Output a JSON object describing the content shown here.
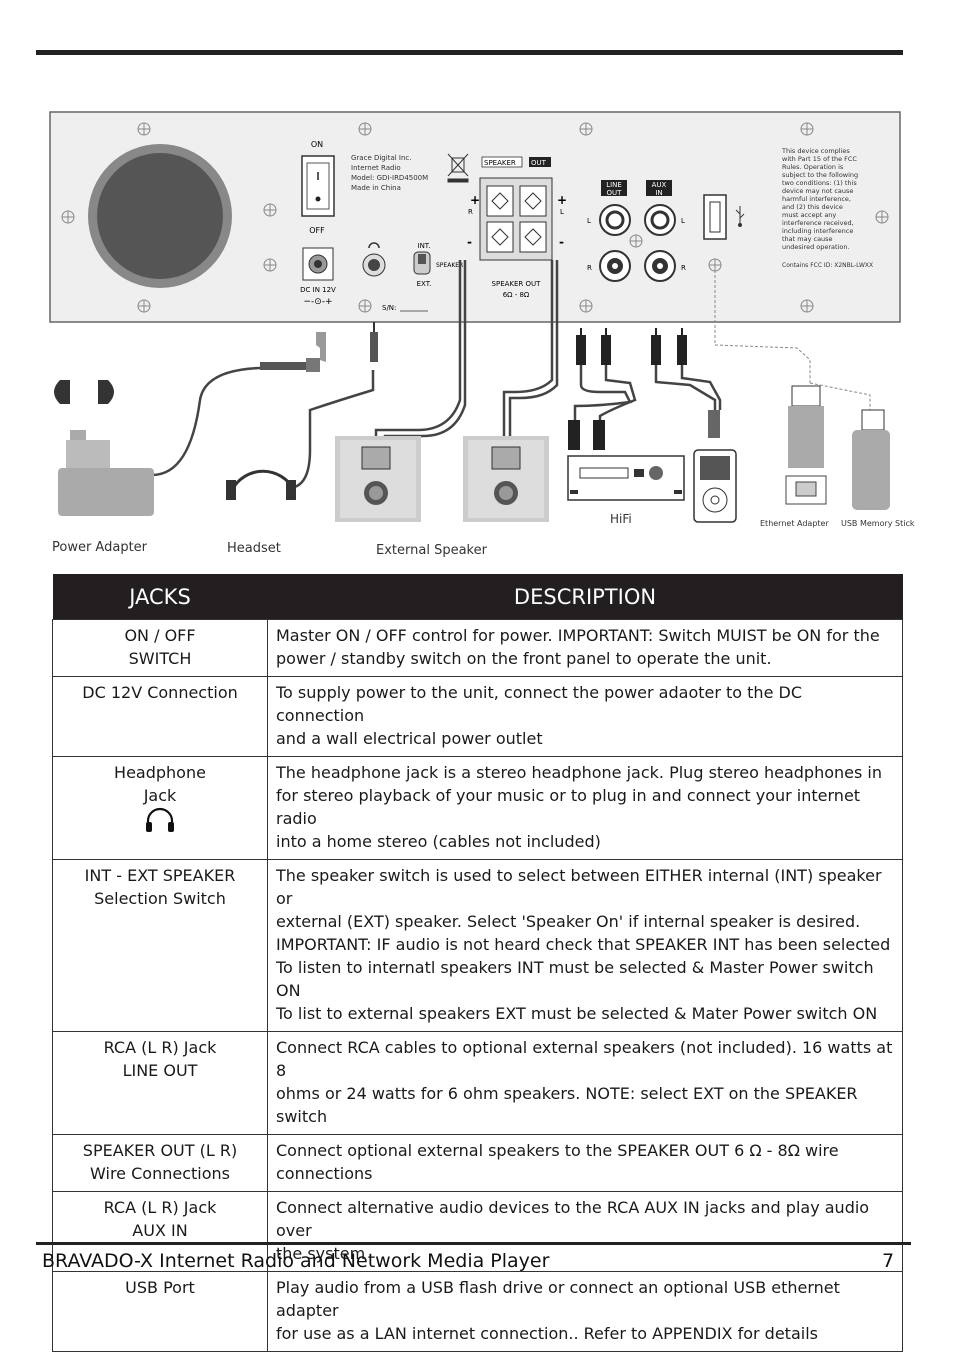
{
  "diagram": {
    "panel": {
      "switch_on": "ON",
      "switch_off": "OFF",
      "dc_label": "DC IN 12V",
      "maker_lines": [
        "Grace Digital Inc.",
        "Internet Radio",
        "Model: GDI-IRD4500M",
        "Made in China"
      ],
      "int_label": "INT.",
      "ext_label": "EXT.",
      "speaker_label": "SPEAKER",
      "sn_label": "S/N:",
      "speaker_out_prefix": "SPEAKER",
      "speaker_out_suffix": "OUT",
      "speaker_out_caption": "SPEAKER OUT",
      "speaker_ohm": "6Ω - 8Ω",
      "line_out": [
        "LINE",
        "OUT"
      ],
      "aux_in": [
        "AUX",
        "IN"
      ],
      "fcc_lines": [
        "This device complies",
        "with Part 15 of the FCC",
        "Rules. Operation is",
        "subject to the following",
        "two conditions: (1) this",
        "device may not cause",
        "harmful interference,",
        "and (2) this device",
        "must accept any",
        "interference received,",
        "including interference",
        "that may cause",
        "undesired operation."
      ],
      "fcc_id": "Contains FCC ID: X2NBL-LWXX"
    },
    "captions": {
      "power_adapter": "Power Adapter",
      "headset": "Headset",
      "external_speaker": "External Speaker",
      "hifi": "HiFi",
      "ethernet_adapter": "Ethernet Adapter",
      "usb_memory_stick": "USB Memory Stick"
    }
  },
  "table": {
    "headers": [
      "JACKS",
      "DESCRIPTION"
    ],
    "rows": [
      {
        "jack": [
          "ON / OFF",
          "SWITCH"
        ],
        "description": [
          "Master ON / OFF control for power.  IMPORTANT: Switch MUIST be ON for the",
          "power / standby switch on the front panel to operate the unit."
        ]
      },
      {
        "jack": [
          "DC 12V Connection"
        ],
        "description": [
          "To supply power to the unit, connect the power adaoter to the DC connection",
          "and a wall electrical power outlet"
        ]
      },
      {
        "jack": [
          "Headphone",
          "Jack"
        ],
        "icon": "headphone-icon",
        "description": [
          "The headphone jack is a stereo headphone jack.  Plug stereo headphones in",
          "for stereo playback of your music or to plug in and connect your internet radio",
          "into a home stereo (cables not included)"
        ]
      },
      {
        "jack": [
          "INT - EXT SPEAKER",
          "Selection Switch"
        ],
        "description": [
          "The speaker switch is used to select between EITHER internal (INT) speaker or",
          "external (EXT) speaker.  Select 'Speaker On' if internal speaker is desired.",
          "IMPORTANT:  IF audio is not heard check that SPEAKER INT has been selected",
          "To listen to internatl speakers INT must be selected & Master Power switch ON",
          "To list to external speakers EXT must be selected & Mater Power switch ON"
        ]
      },
      {
        "jack": [
          "RCA (L R) Jack",
          "LINE OUT"
        ],
        "description": [
          "Connect RCA cables to optional external speakers (not included). 16 watts at 8",
          "ohms or 24 watts for 6 ohm speakers. NOTE:  select EXT on the SPEAKER switch"
        ]
      },
      {
        "jack": [
          "SPEAKER OUT (L R)",
          "Wire  Connections"
        ],
        "description": [
          "Connect optional external speakers to the SPEAKER OUT 6 Ω - 8Ω wire",
          "connections"
        ]
      },
      {
        "jack": [
          "RCA (L R) Jack",
          "AUX IN"
        ],
        "description": [
          "Connect alternative audio devices to the RCA AUX IN jacks and play audio over",
          "the system"
        ]
      },
      {
        "jack": [
          "USB Port"
        ],
        "description": [
          "Play audio from a USB flash drive or connect an optional USB ethernet adapter",
          "for use as a LAN internet connection.. Refer to APPENDIX for details"
        ]
      }
    ]
  },
  "footer": {
    "title": "BRAVADO-X Internet Radio and Network Media Player",
    "page": "7"
  }
}
